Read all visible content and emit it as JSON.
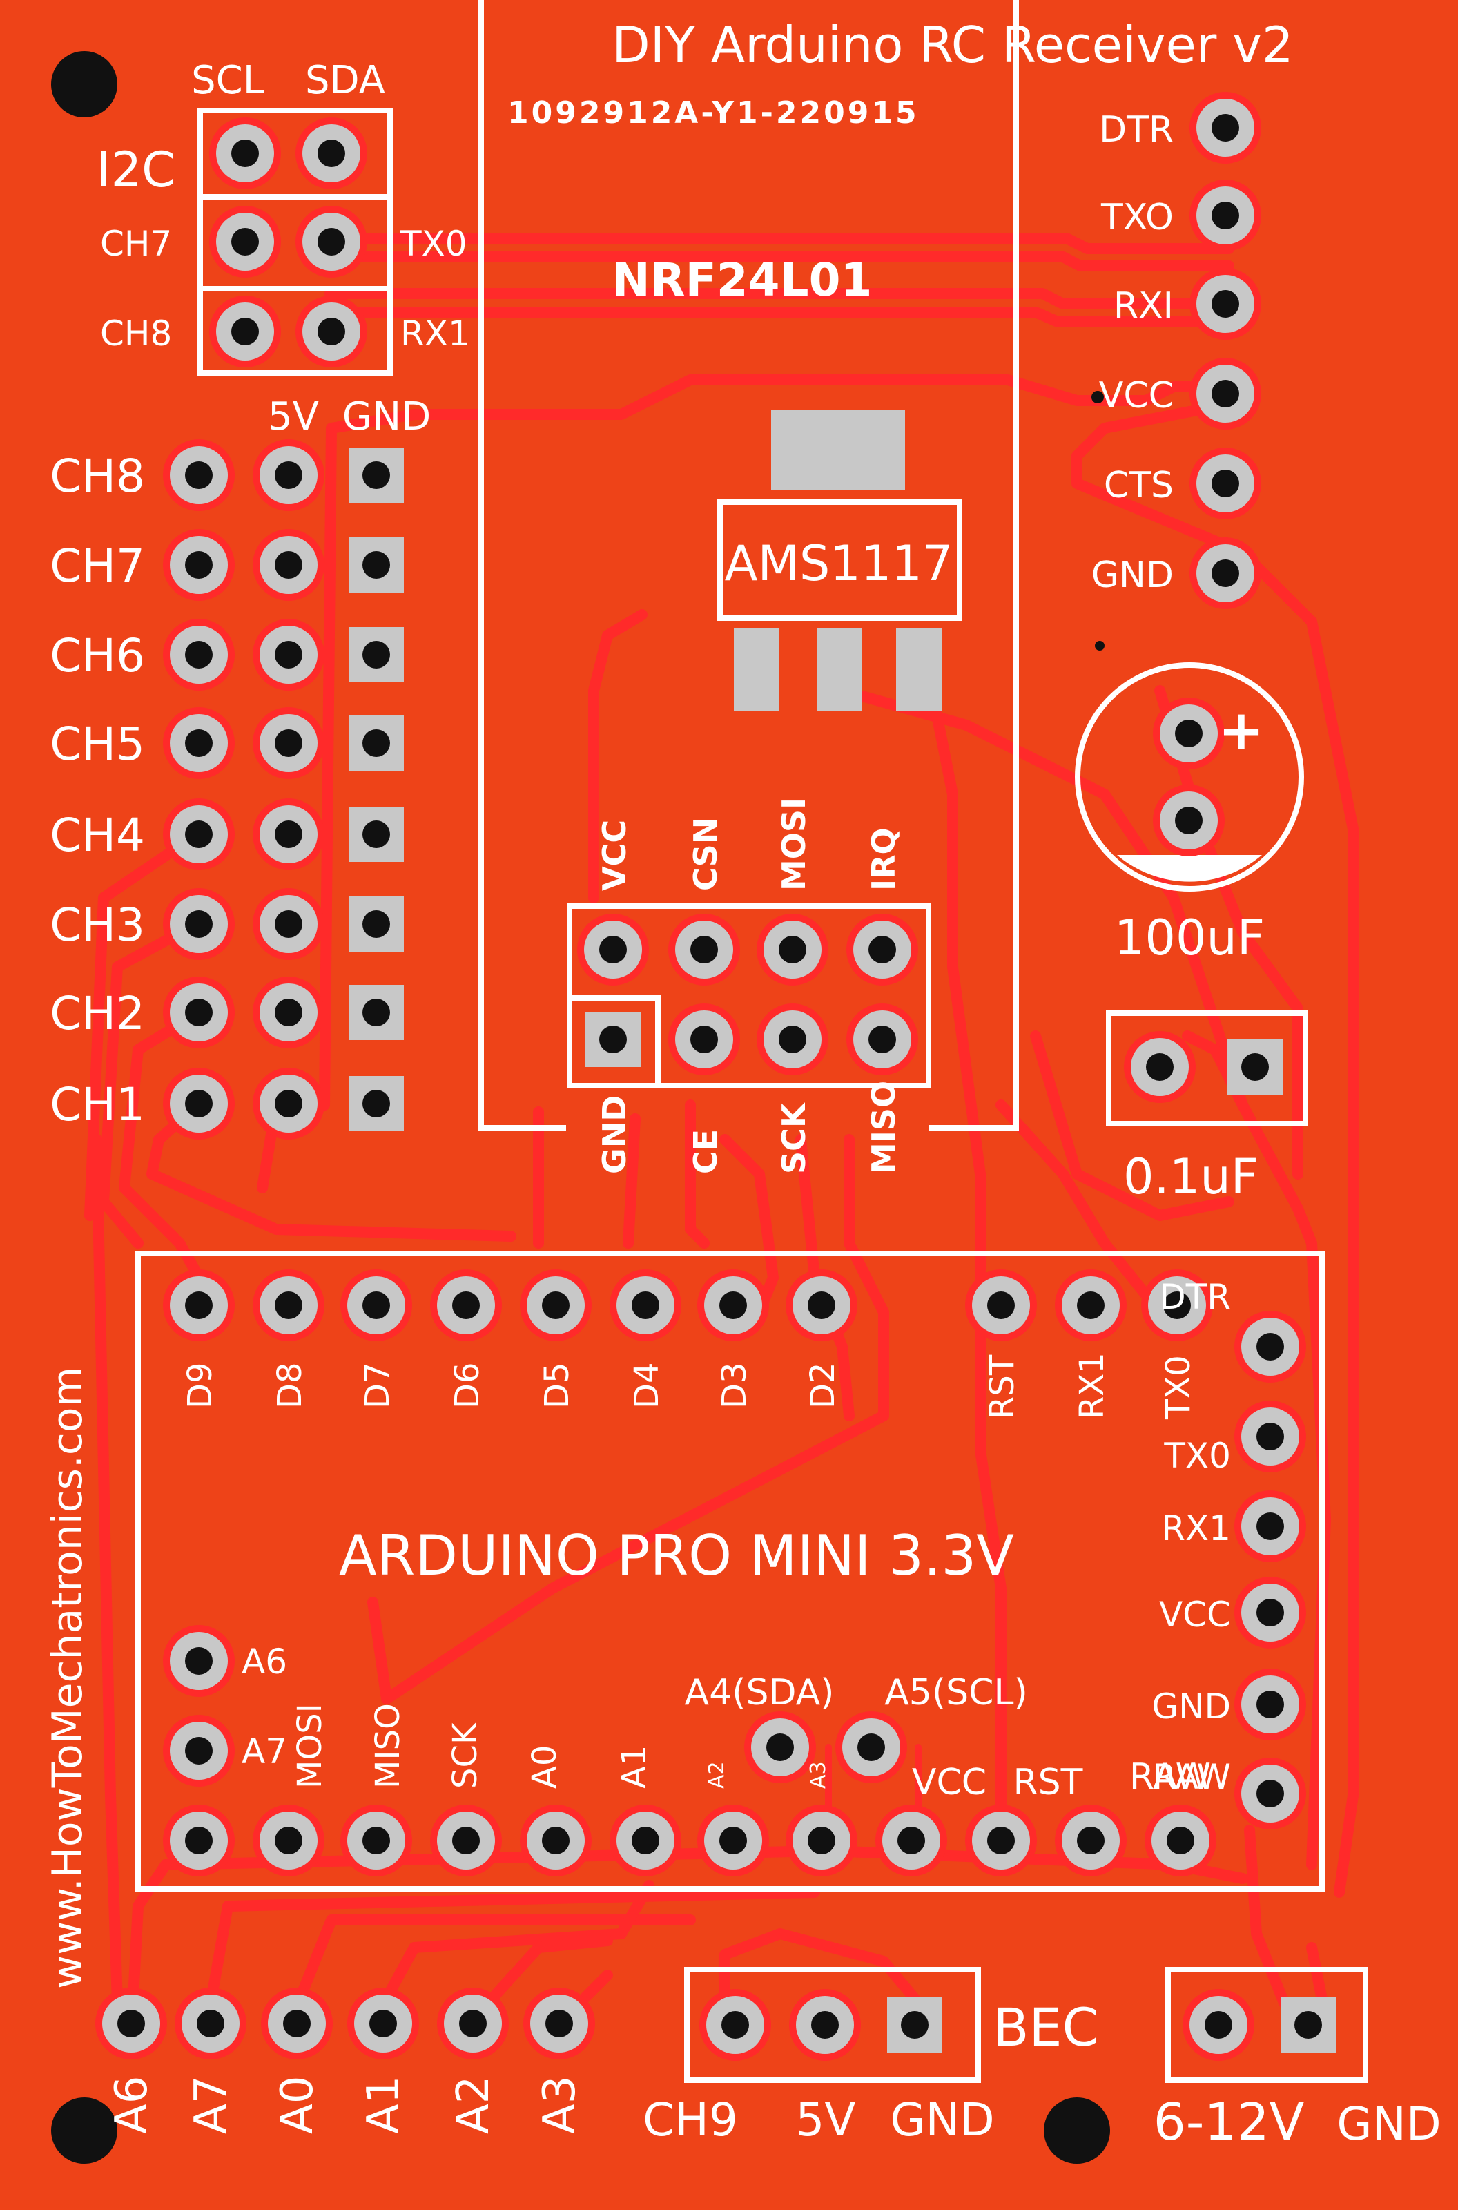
{
  "board": {
    "title": "DIY Arduino RC Receiver v2",
    "code": "1092912A-Y1-220915",
    "website": "www.HowToMechatronics.com",
    "colors": {
      "board": "#ee4318",
      "trace": "#ff2a2a",
      "silk": "#ffffff",
      "pad": "#c8c8c8",
      "hole": "#111111"
    }
  },
  "i2c": {
    "label": "I2C",
    "scl": "SCL",
    "sda": "SDA",
    "ch7": "CH7",
    "ch8": "CH8",
    "tx0": "TX0",
    "rx1": "RX1",
    "v5": "5V",
    "gnd": "GND"
  },
  "nrf": {
    "label": "NRF24L01",
    "top_pins": [
      "VCC",
      "CSN",
      "MOSI",
      "IRQ"
    ],
    "bottom_pins": [
      "GND",
      "CE",
      "SCK",
      "MISO"
    ]
  },
  "regulator": {
    "label": "AMS1117"
  },
  "ftdi": {
    "pins": [
      "DTR",
      "TXO",
      "RXI",
      "VCC",
      "CTS",
      "GND"
    ]
  },
  "capacitors": {
    "electrolytic": "100uF",
    "plus": "+",
    "ceramic": "0.1uF"
  },
  "channels": [
    "CH8",
    "CH7",
    "CH6",
    "CH5",
    "CH4",
    "CH3",
    "CH2",
    "CH1"
  ],
  "arduino": {
    "label": "ARDUINO PRO MINI 3.3V",
    "top_pins": [
      "D9",
      "D8",
      "D7",
      "D6",
      "D5",
      "D4",
      "D3",
      "D2"
    ],
    "top_right_pins": [
      "RST",
      "RX1",
      "TX0"
    ],
    "right_pins": [
      "DTR",
      "TX0",
      "RX1",
      "VCC",
      "GND",
      "RAW"
    ],
    "left_pins": [
      "A6",
      "A7"
    ],
    "bottom_pins": [
      "MOSI",
      "MISO",
      "SCK",
      "A0",
      "A1",
      "A2",
      "A3",
      "VCC",
      "RST"
    ],
    "i2c_pins": [
      "A4(SDA)",
      "A5(SCL)"
    ]
  },
  "bottom_header": {
    "pins": [
      "A6",
      "A7",
      "A0",
      "A1",
      "A2",
      "A3"
    ]
  },
  "bec": {
    "label": "BEC",
    "pins": [
      "CH9",
      "5V",
      "GND"
    ]
  },
  "power": {
    "label": "6-12V",
    "gnd": "GND"
  }
}
